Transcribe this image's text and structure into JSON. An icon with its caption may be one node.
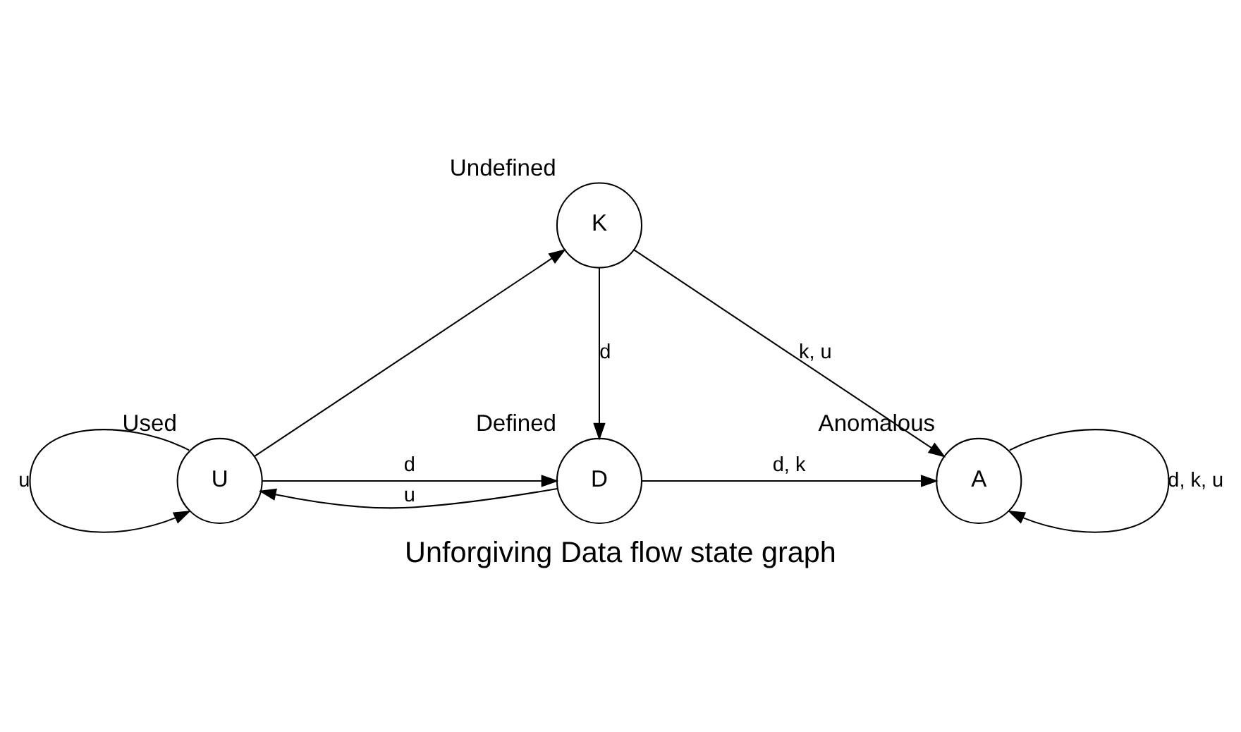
{
  "diagram": {
    "title": "Unforgiving Data flow state graph",
    "nodes": [
      {
        "text": [
          "K"
        ],
        "beside": [
          "Undefined"
        ]
      },
      {
        "text": [
          "U"
        ],
        "beside": [
          "Used"
        ]
      },
      {
        "text": [
          "D"
        ],
        "beside": [
          "Defined"
        ]
      },
      {
        "text": [
          "A"
        ],
        "beside": [
          "Anomalous"
        ]
      }
    ],
    "edges": [
      {
        "from": 0,
        "to": 2,
        "arrow": "to",
        "label": "d"
      },
      {
        "from": 0,
        "to": 3,
        "arrow": "to",
        "label": "k, u"
      },
      {
        "from": 1,
        "to": 0,
        "arrow": "to"
      },
      {
        "from": 1,
        "to": 2,
        "arrow": "to",
        "label": "d"
      },
      {
        "from": 2,
        "to": 1,
        "arrow": "to",
        "label": "u"
      },
      {
        "from": 2,
        "to": 3,
        "arrow": "to",
        "label": "d, k"
      },
      {
        "from": 1,
        "to": 1,
        "arrow": "to",
        "label": "u"
      },
      {
        "from": 3,
        "to": 3,
        "arrow": "to",
        "label": "d, k, u"
      }
    ]
  }
}
